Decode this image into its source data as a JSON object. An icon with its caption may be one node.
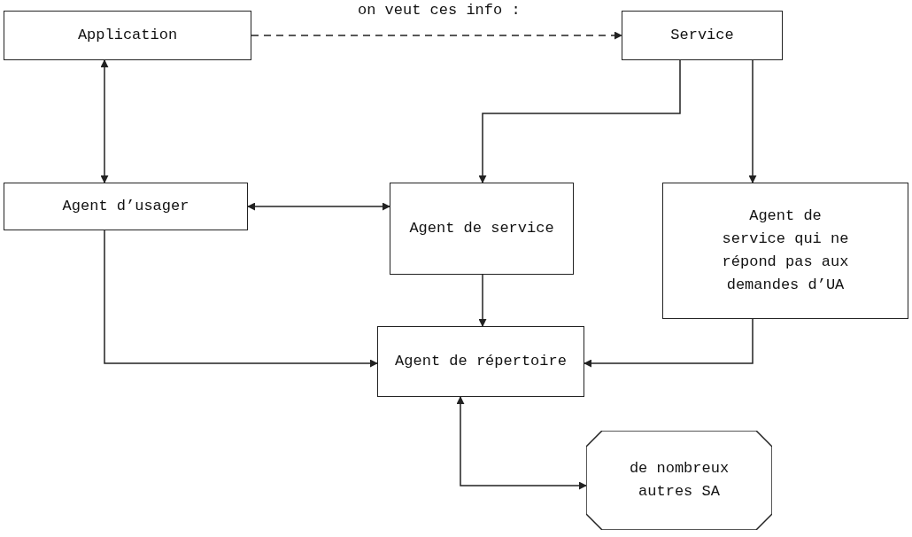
{
  "diagram": {
    "nodes": [
      {
        "text": [
          "Application"
        ]
      },
      {
        "text": [
          "Service"
        ]
      },
      {
        "text": [
          "Agent d’usager"
        ]
      },
      {
        "text": [
          "Agent de service"
        ]
      },
      {
        "text": [
          "Agent de service qui ne répond pas aux demandes d’UA"
        ]
      },
      {
        "text": [
          "Agent de répertoire"
        ]
      },
      {
        "text": [
          "de nombreux autres SA"
        ]
      }
    ],
    "edges": [
      {
        "from": 0,
        "to": 1,
        "arrow": "to",
        "style": "dashed",
        "label": "on veut ces info :"
      },
      {
        "from": 0,
        "to": 2,
        "arrow": "both"
      },
      {
        "from": 1,
        "to": 3,
        "arrow": "to"
      },
      {
        "from": 1,
        "to": 4,
        "arrow": "to"
      },
      {
        "from": 2,
        "to": 3,
        "arrow": "both"
      },
      {
        "from": 3,
        "to": 5,
        "arrow": "to"
      },
      {
        "from": 2,
        "to": 5,
        "arrow": "to"
      },
      {
        "from": 4,
        "to": 5,
        "arrow": "to"
      },
      {
        "from": 5,
        "to": 6,
        "arrow": "both"
      }
    ]
  }
}
